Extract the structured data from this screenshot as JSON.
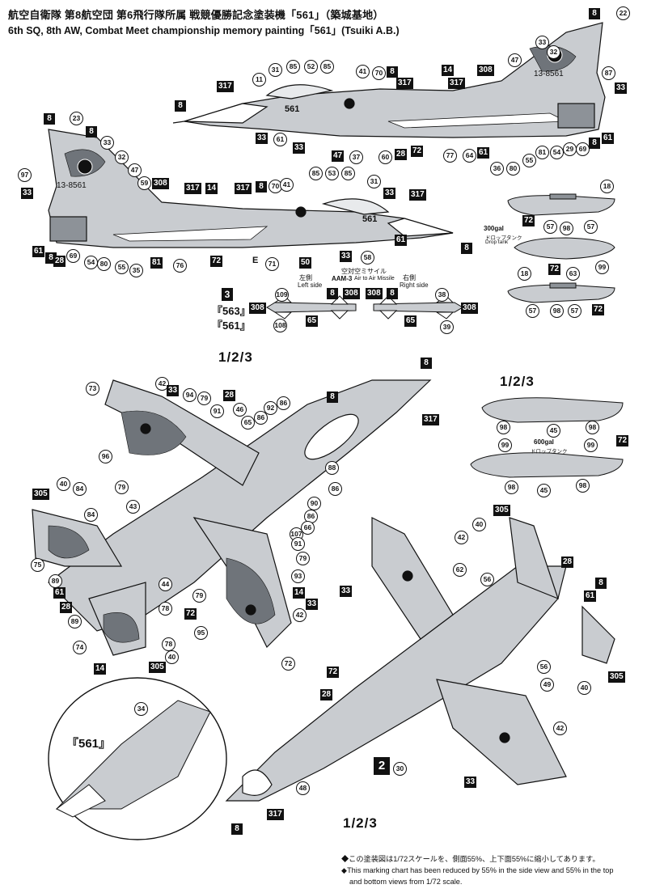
{
  "header": {
    "title_jp": "航空自衛隊 第8航空団 第6飛行隊所属 戦競優勝記念塗装機「561」（築城基地）",
    "title_en": "6th SQ, 8th AW, Combat Meet championship memory painting「561」(Tsuiki A.B.)"
  },
  "side_view": {
    "tail_number": "13-8561",
    "nose_number": "561"
  },
  "missile": {
    "left_side_jp": "左側",
    "left_side_en": "Left side",
    "title_jp": "空対空ミサイル",
    "title_en": "AAM-3",
    "title_en2": "Air to Air Missile",
    "right_side_jp": "右側",
    "right_side_en": "Right side",
    "variant_label": "3",
    "variant_a": "『563』",
    "variant_b": "『561』"
  },
  "drop_tanks": {
    "tank300_label": "300gal",
    "tank300_jp": "ドロップタンク",
    "tank300_en": "Drop tank",
    "tank600_label": "600gal",
    "tank600_jp": "ドロップタンク",
    "version_label": "1/2/3"
  },
  "plan_views": {
    "version_top": "1/2/3",
    "version_bottom": "1/2/3",
    "inset_label": "『561』"
  },
  "notes": {
    "jp": "◆この塗装図は1/72スケールを、側面55%、上下面55%に縮小してあります。",
    "en_line1": "◆This marking chart has been reduced by 55% in the side view and 55% in the top",
    "en_line2": "and bottom views from 1/72 scale."
  },
  "callouts": {
    "c8": "8",
    "c22": "22",
    "c23": "23",
    "c33": "33",
    "c32": "32",
    "c47": "47",
    "c87": "87",
    "c317": "317",
    "c11": "11",
    "c31": "31",
    "c85": "85",
    "c52": "52",
    "c41": "41",
    "c70": "70",
    "c14": "14",
    "c308": "308",
    "c61": "61",
    "c37": "37",
    "c60": "60",
    "c28": "28",
    "c72": "72",
    "c77": "77",
    "c64": "64",
    "c36": "36",
    "c80": "80",
    "c55": "55",
    "c81": "81",
    "c54": "54",
    "c29": "29",
    "c97": "97",
    "c59": "59",
    "c53": "53",
    "c18": "18",
    "c57": "57",
    "c98": "98",
    "c69": "69",
    "c35": "35",
    "c76": "76",
    "c71": "71",
    "c50": "50",
    "c58": "58",
    "c99": "99",
    "c63": "63",
    "c109": "109",
    "c108": "108",
    "c65": "65",
    "c38": "38",
    "c39": "39",
    "c73": "73",
    "c42": "42",
    "c94": "94",
    "c79": "79",
    "c91": "91",
    "c46": "46",
    "c86": "86",
    "c92": "92",
    "c96": "96",
    "c88": "88",
    "c305": "305",
    "c40": "40",
    "c84": "84",
    "c43": "43",
    "c90": "90",
    "c66": "66",
    "c107": "107",
    "c75": "75",
    "c89": "89",
    "c44": "44",
    "c93": "93",
    "c78": "78",
    "c95": "95",
    "c74": "74",
    "c62": "62",
    "c56": "56",
    "c49": "49",
    "c34": "34",
    "c30": "30",
    "c48": "48",
    "c45": "45",
    "c2": "2",
    "cE": "E"
  },
  "colors": {
    "ink": "#111111",
    "aircraft_grey": "#c9ccd0",
    "dark_grey": "#8d9298",
    "camo_dark": "#6f747a",
    "white": "#ffffff"
  }
}
